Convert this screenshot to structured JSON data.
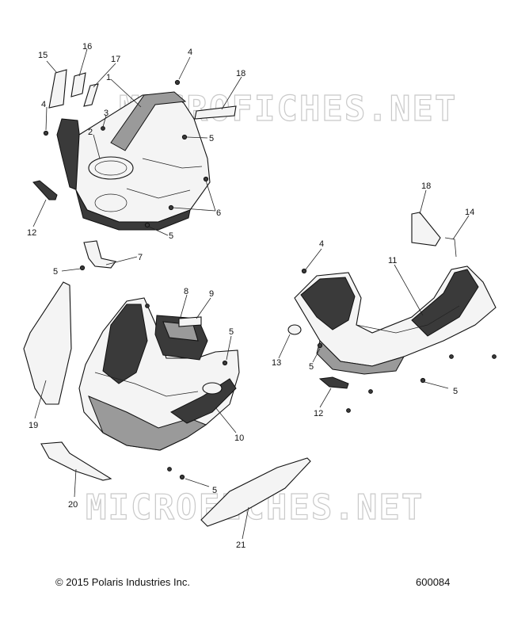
{
  "watermark": "MICROFICHES.NET",
  "footer": {
    "copyright": "© 2015 Polaris Industries Inc.",
    "diagram_id": "600084"
  },
  "callouts": {
    "c1": "1",
    "c2": "2",
    "c3": "3",
    "c4a": "4",
    "c4b": "4",
    "c4c": "4",
    "c5a": "5",
    "c5b": "5",
    "c5c": "5",
    "c5d": "5",
    "c5e": "5",
    "c5f": "5",
    "c5g": "5",
    "c6": "6",
    "c7": "7",
    "c8": "8",
    "c9": "9",
    "c10": "10",
    "c11": "11",
    "c12a": "12",
    "c12b": "12",
    "c13": "13",
    "c14": "14",
    "c15": "15",
    "c16": "16",
    "c17": "17",
    "c18a": "18",
    "c18b": "18",
    "c19": "19",
    "c20": "20",
    "c21": "21"
  }
}
